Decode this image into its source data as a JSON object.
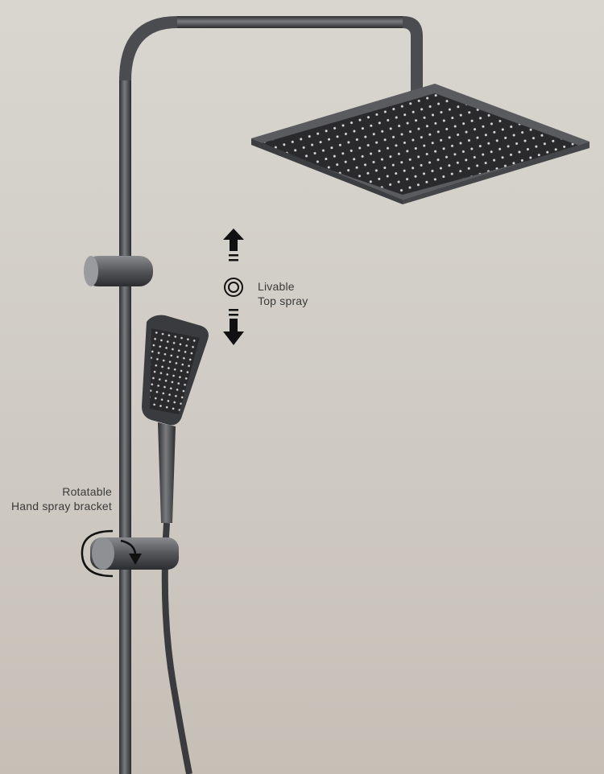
{
  "annotations": {
    "top_spray": {
      "line1": "Livable",
      "line2": "Top spray"
    },
    "bracket": {
      "line1": "Rotatable",
      "line2": "Hand spray bracket"
    }
  },
  "colors": {
    "metal": "#4a4b4e",
    "background": "#d4d0c9",
    "text": "#3a3a3a"
  }
}
